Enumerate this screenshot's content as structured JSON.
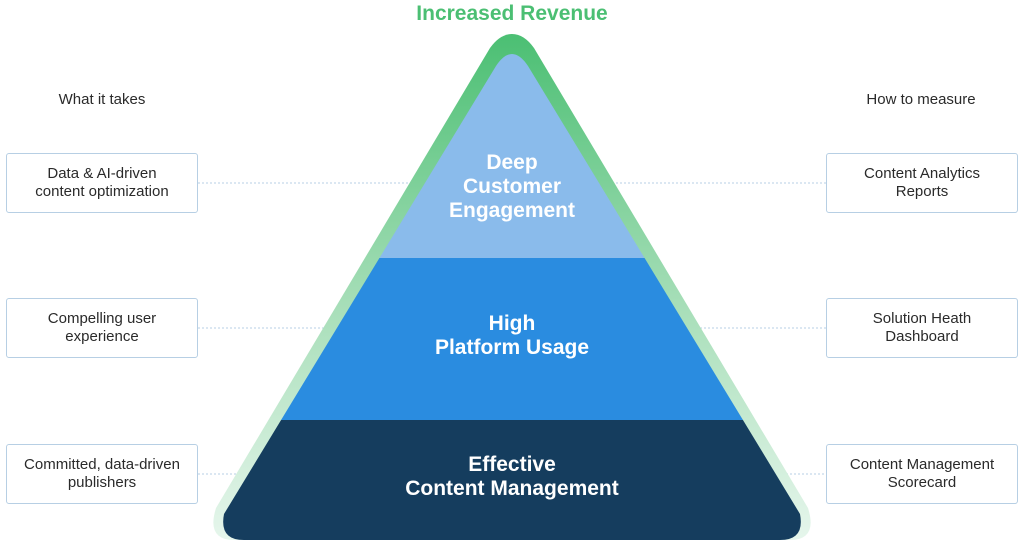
{
  "title": "Increased Revenue",
  "left_heading": "What it takes",
  "right_heading": "How to measure",
  "tiers": [
    {
      "label": "Deep\nCustomer\nEngagement",
      "color": "#8abbeb"
    },
    {
      "label": "High\nPlatform Usage",
      "color": "#2a8ce0"
    },
    {
      "label": "Effective\nContent Management",
      "color": "#153d5e"
    }
  ],
  "left_boxes": [
    "Data & AI-driven\ncontent optimization",
    "Compelling user\nexperience",
    "Committed, data-driven\npublishers"
  ],
  "right_boxes": [
    "Content Analytics\nReports",
    "Solution Heath\nDashboard",
    "Content Management\nScorecard"
  ],
  "colors": {
    "title": "#4bbf73",
    "outline_top": "#4bbf73",
    "outline_bottom": "#dff3e6",
    "box_border": "#b7cfe4",
    "connector": "#b7cfe4"
  }
}
